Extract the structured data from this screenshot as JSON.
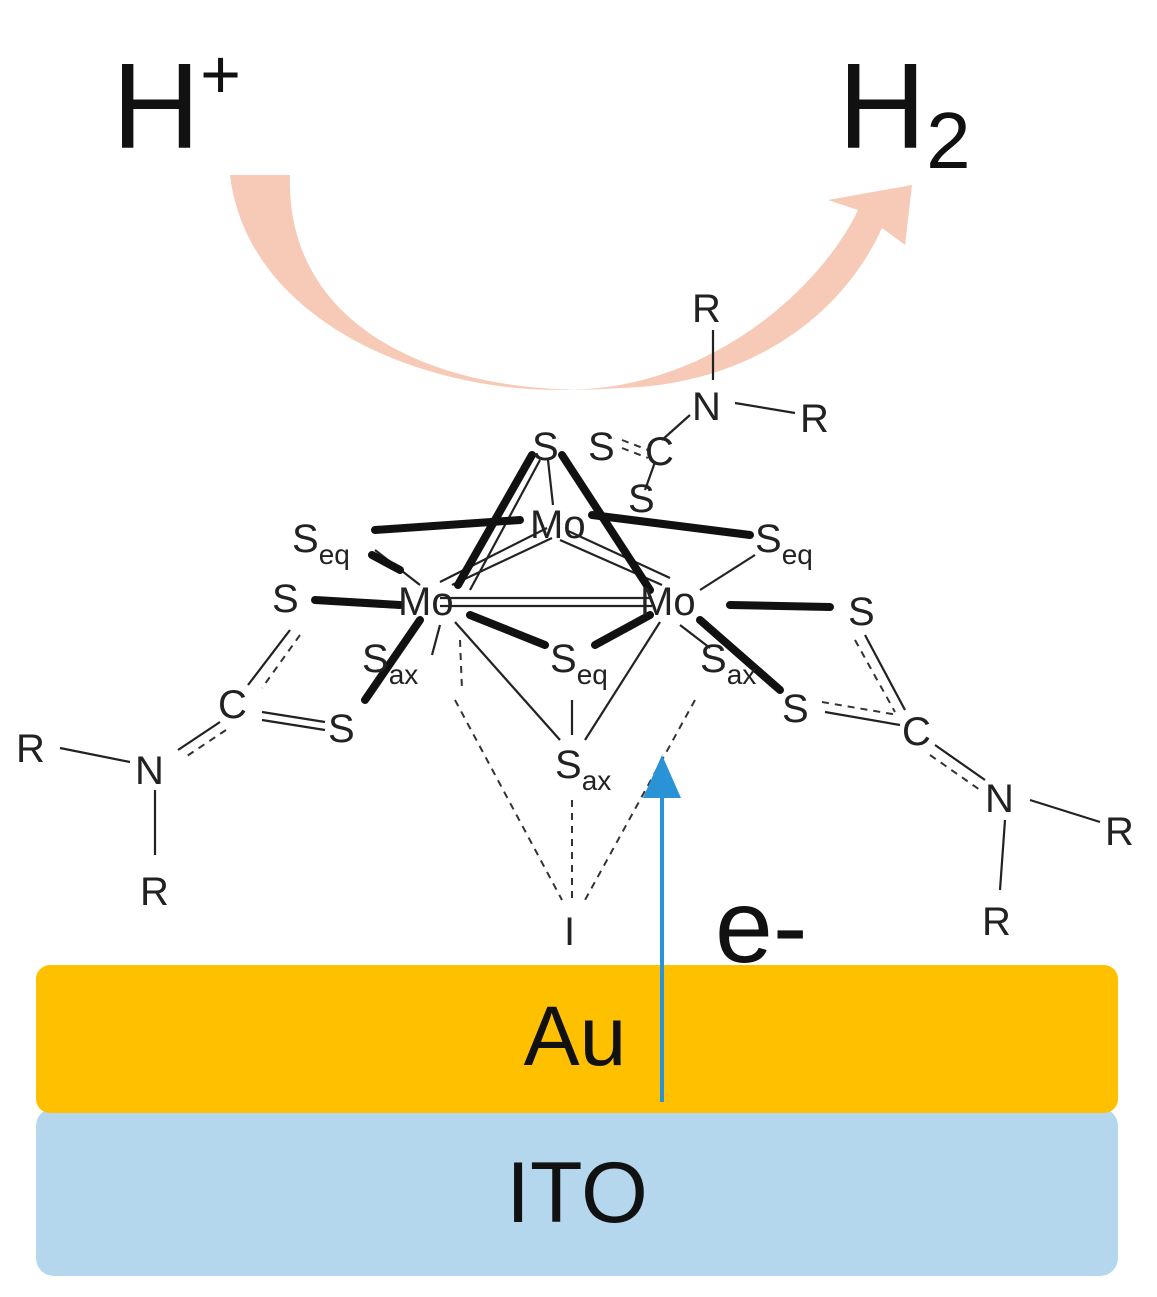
{
  "reaction": {
    "reactant": "H",
    "reactant_sup": "+",
    "product": "H",
    "product_sub": "2"
  },
  "electron_label": "e-",
  "layers": {
    "top": "Au",
    "bottom": "ITO"
  },
  "colors": {
    "arc_arrow": "#f5c4ae",
    "electron_arrow": "#2a93d5",
    "gold_layer": "#ffc000",
    "ito_layer": "#b4d7ee"
  },
  "molecule": {
    "mo": "Mo",
    "s": "S",
    "s_eq_sub": "eq",
    "s_ax_sub": "ax",
    "c": "C",
    "n": "N",
    "r": "R",
    "i": "I"
  }
}
